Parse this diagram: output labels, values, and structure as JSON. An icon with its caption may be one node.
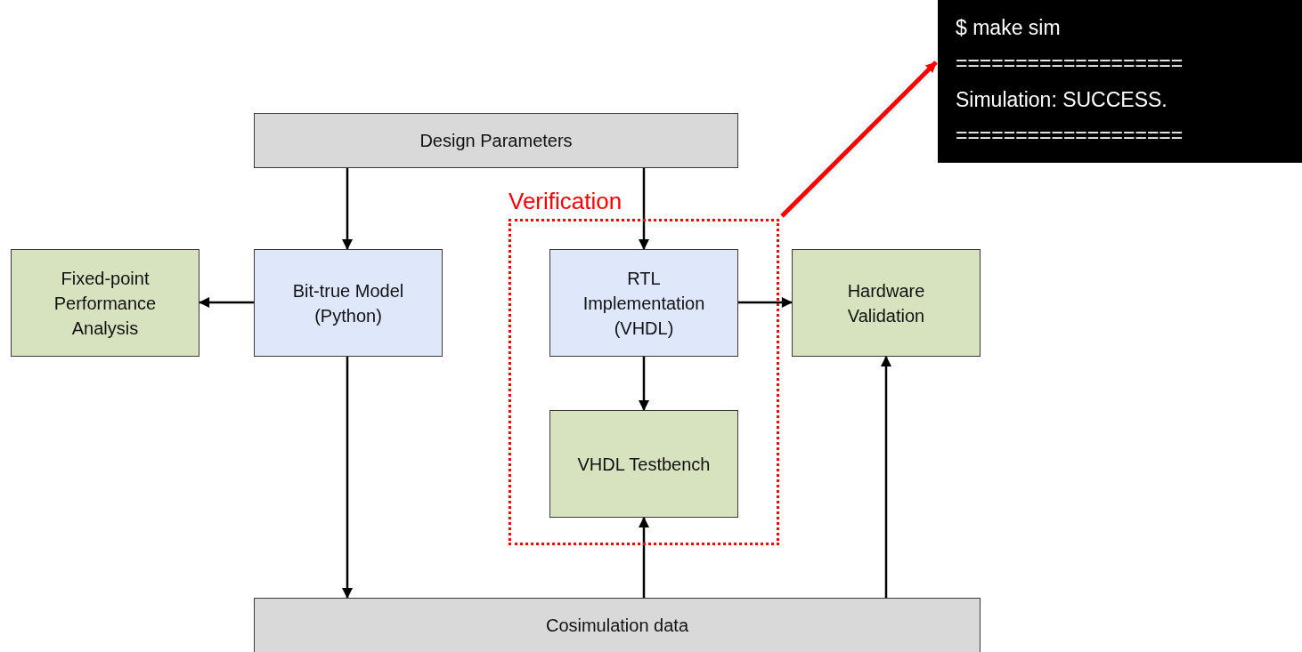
{
  "diagram": {
    "nodes": [
      {
        "text": [
          "Design Parameters"
        ]
      },
      {
        "text": [
          "Fixed-point Performance Analysis"
        ]
      },
      {
        "text": [
          "Bit-true Model (Python)"
        ]
      },
      {
        "text": [
          "Verification"
        ]
      },
      {
        "text": [
          "RTL Implementation (VHDL)"
        ],
        "in": 3
      },
      {
        "text": [
          "VHDL Testbench"
        ],
        "in": 3
      },
      {
        "text": [
          "Hardware Validation"
        ]
      },
      {
        "text": [
          "Cosimulation data"
        ]
      },
      {
        "text": [
          "$ make sim",
          "===================",
          "Simulation: SUCCESS.",
          "==================="
        ]
      }
    ],
    "edges": [
      {
        "from": 0,
        "to": 2,
        "arrow": "to"
      },
      {
        "from": 0,
        "to": 4,
        "arrow": "to"
      },
      {
        "from": 2,
        "to": 1,
        "arrow": "to"
      },
      {
        "from": 2,
        "to": 7,
        "arrow": "to"
      },
      {
        "from": 4,
        "to": 6,
        "arrow": "to"
      },
      {
        "from": 4,
        "to": 5,
        "arrow": "to"
      },
      {
        "from": 7,
        "to": 5,
        "arrow": "to"
      },
      {
        "from": 7,
        "to": 6,
        "arrow": "to"
      },
      {
        "from": 3,
        "to": 8,
        "arrow": "to",
        "style": "thick",
        "color": "#ff0000"
      }
    ]
  }
}
